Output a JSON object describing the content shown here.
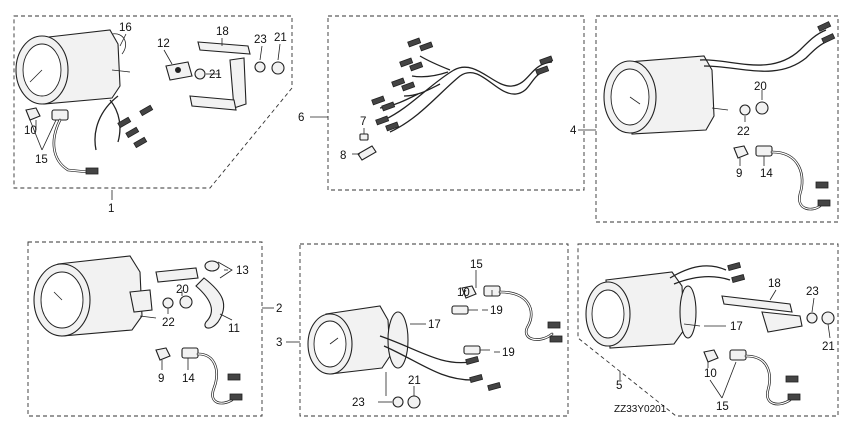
{
  "assemblies": [
    {
      "number": "1",
      "parts": [
        "16",
        "18",
        "12",
        "23",
        "21",
        "21",
        "10",
        "15"
      ]
    },
    {
      "number": "6",
      "parts": [
        "7",
        "8"
      ]
    },
    {
      "number": "4",
      "parts": [
        "20",
        "22",
        "9",
        "14"
      ]
    },
    {
      "number": "2",
      "parts": [
        "13",
        "20",
        "22",
        "11",
        "9",
        "14"
      ]
    },
    {
      "number": "3",
      "parts": [
        "15",
        "10",
        "17",
        "19",
        "19",
        "21",
        "23"
      ]
    },
    {
      "number": "5",
      "parts": [
        "18",
        "23",
        "17",
        "21",
        "10",
        "15"
      ]
    }
  ],
  "diagram_code": "ZZ33Y0201"
}
